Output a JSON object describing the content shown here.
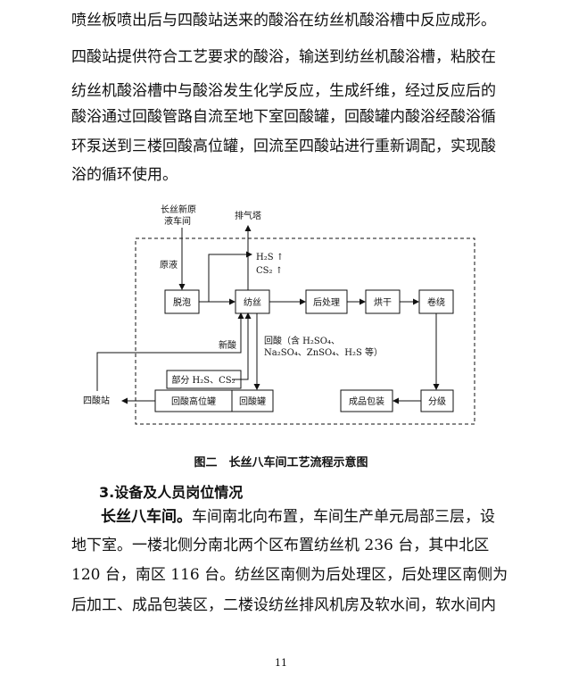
{
  "paragraph_1": [
    "喷丝板喷出后与四酸站送来的酸浴在纺丝机酸浴槽中反应成形。",
    "四酸站提供符合工艺要求的酸浴，输送到纺丝机酸浴槽，粘胶在",
    "纺丝机酸浴槽中与酸浴发生化学反应，生成纤维，经过反应后的",
    "酸浴通过回酸管路自流至地下室回酸罐，回酸罐内酸浴经酸浴循",
    "环泵送到三楼回酸高位罐，回流至四酸站进行重新调配，实现酸",
    "浴的循环使用。"
  ],
  "diagram": {
    "source_line1": "长丝新原",
    "source_line2": "液车间",
    "exhaust": "排气塔",
    "raw_liquid": "原液",
    "gas_h2s": "H₂S ↑",
    "gas_cs2": "CS₂ ↑",
    "box_degas": "脱泡",
    "box_spin": "纺丝",
    "box_post": "后处理",
    "box_dry": "烘干",
    "box_wind": "卷绕",
    "new_acid": "新酸",
    "return_acid_1": "回酸（含 H₂SO₄、",
    "return_acid_2": "Na₂SO₄、ZnSO₄、H₂S 等）",
    "partial_gas": "部分 H₂S、CS₂",
    "station": "四酸站",
    "box_high_tank": "回酸高位罐",
    "box_return_tank": "回酸罐",
    "box_package": "成品包装",
    "box_grade": "分级"
  },
  "caption": "图二　长丝八车间工艺流程示意图",
  "heading": "3.设备及人员岗位情况",
  "paragraph_2": {
    "lead": "长丝八车间。",
    "line1_rest": "车间南北向布置，车间生产单元局部三层，设",
    "lines": [
      "地下室。一楼北侧分南北两个区布置纺丝机 236 台，其中北区",
      "120 台，南区 116 台。纺丝区南侧为后处理区，后处理区南侧为",
      "后加工、成品包装区，二楼设纺丝排风机房及软水间，软水间内"
    ]
  },
  "page_number": "11"
}
